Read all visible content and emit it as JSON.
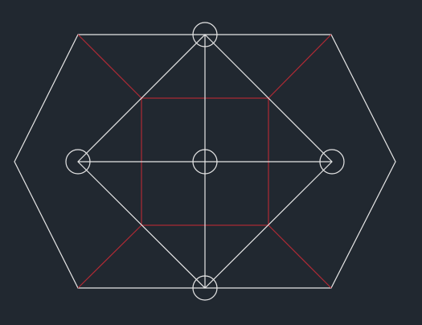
{
  "canvas": {
    "background_color": "#212830"
  },
  "colors": {
    "white_stroke": "#e6e6e6",
    "red_stroke": "#b02a35"
  },
  "diagram": {
    "description_visible_text": "",
    "elements": {
      "outer_hexagon": "white",
      "inner_diamond": "white",
      "inner_square": "red",
      "corner_connectors": "red",
      "crosshair_lines": "white",
      "node_circles": "white"
    }
  }
}
